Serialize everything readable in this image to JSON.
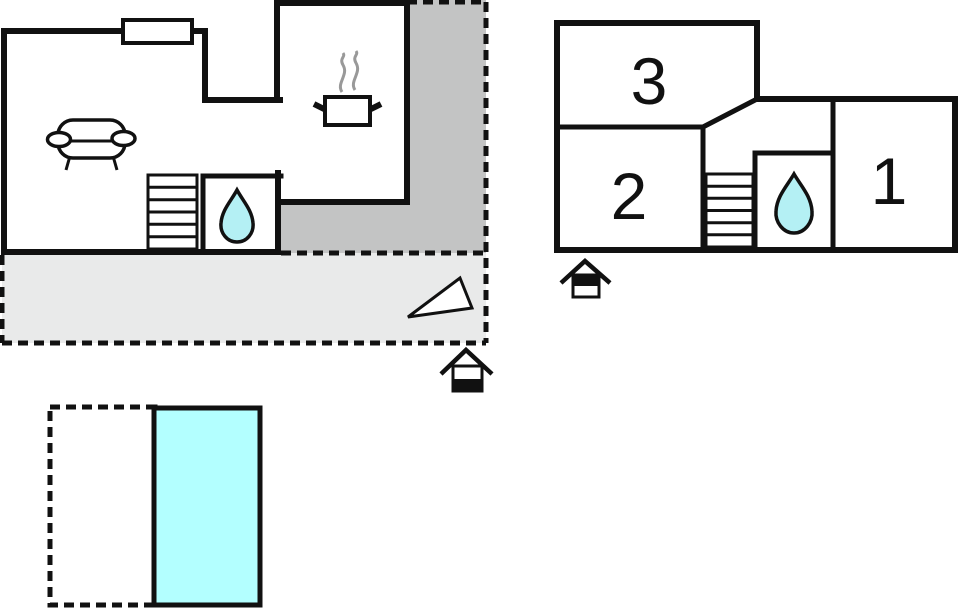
{
  "colors": {
    "wall": "#111111",
    "interior_fill": "#ffffff",
    "covered_terrace_fill": "#c3c4c4",
    "terrace_fill": "#e9eaea",
    "pool_water": "#b3ffff",
    "water_drop": "#b4f0f4",
    "steam": "#999999"
  },
  "ground_floor": {
    "icons": [
      "window-icon",
      "sofa-icon",
      "steam-icon",
      "cooking-pot-icon",
      "stairs-icon",
      "water-drop-icon",
      "direction-triangle-icon",
      "entrance-house-icon"
    ]
  },
  "first_floor": {
    "rooms": [
      {
        "number": "3"
      },
      {
        "number": "2"
      },
      {
        "number": "1"
      }
    ],
    "icons": [
      "stairs-icon",
      "water-drop-icon",
      "entrance-house-icon"
    ]
  },
  "outdoor": {
    "icons": [
      "pool",
      "pool-deck",
      "terrace",
      "covered-terrace"
    ]
  }
}
